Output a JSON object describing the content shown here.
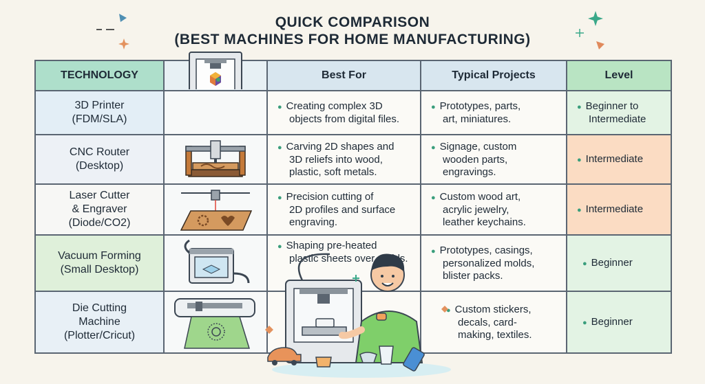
{
  "title": {
    "line1": "QUICK COMPARISON",
    "line2": "(BEST MACHINES FOR HOME MANUFACTURING)"
  },
  "headers": {
    "technology": "TECHNOLOGY",
    "best_for": "Best For",
    "typical_projects": "Typical Projects",
    "level": "Level"
  },
  "rows": [
    {
      "name1": "3D Printer",
      "name2": "(FDM/SLA)",
      "name3": "",
      "icon": "3d-printer-icon",
      "best": [
        "Creating complex 3D",
        "objects from digital files.",
        ""
      ],
      "typical": [
        "Prototypes, parts,",
        "art, miniatures.",
        ""
      ],
      "level": [
        "Beginner to",
        "Intermediate"
      ]
    },
    {
      "name1": "CNC Router",
      "name2": "(Desktop)",
      "name3": "",
      "icon": "cnc-router-icon",
      "best": [
        "Carving 2D shapes and",
        "3D reliefs into wood,",
        "plastic, soft metals."
      ],
      "typical": [
        "Signage, custom",
        "wooden parts,",
        "engravings."
      ],
      "level": [
        "Intermediate",
        ""
      ]
    },
    {
      "name1": "Laser Cutter",
      "name2": "& Engraver",
      "name3": "(Diode/CO2)",
      "icon": "laser-cutter-icon",
      "best": [
        "Precision cutting of",
        "2D profiles and surface",
        "engraving."
      ],
      "typical": [
        "Custom wood art,",
        "acrylic jewelry,",
        "leather keychains."
      ],
      "level": [
        "Intermediate",
        ""
      ]
    },
    {
      "name1": "Vacuum Forming",
      "name2": "(Small Desktop)",
      "name3": "",
      "icon": "vacuum-former-icon",
      "best": [
        "Shaping pre-heated",
        "plastic sheets over molds.",
        ""
      ],
      "typical": [
        "Prototypes, casings,",
        "personalized molds,",
        "blister packs."
      ],
      "level": [
        "Beginner",
        ""
      ]
    },
    {
      "name1": "Die Cutting",
      "name2": "Machine",
      "name3": "(Plotter/Cricut)",
      "icon": "die-cutter-icon",
      "best": [
        "",
        "",
        ""
      ],
      "typical": [
        "Custom stickers,",
        "decals, card-",
        "making, textiles."
      ],
      "level": [
        "Beginner",
        ""
      ]
    }
  ],
  "colors": {
    "background": "#f7f4ec",
    "tech_header": "#aedfcb",
    "level_header": "#b9e4c3",
    "intermediate": "#fbdcc3",
    "beginner": "#e3f3e4",
    "bullet": "#3a9e7c"
  }
}
